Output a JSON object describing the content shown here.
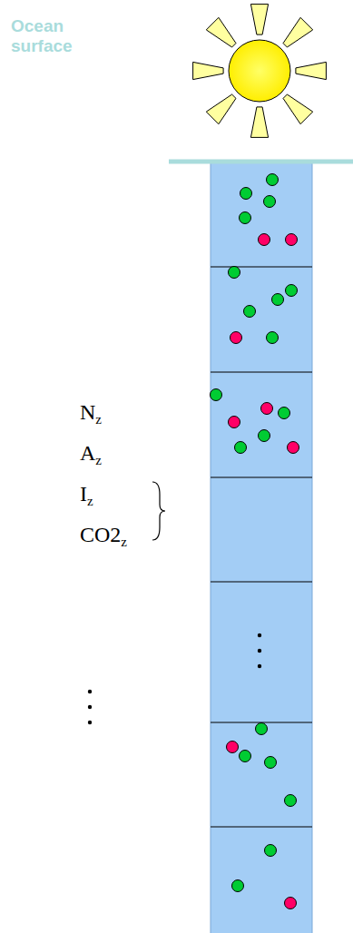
{
  "diagram": {
    "labels": [
      "Ocean surface",
      "Nz",
      "Az",
      "Iz",
      "CO2z"
    ]
  }
}
